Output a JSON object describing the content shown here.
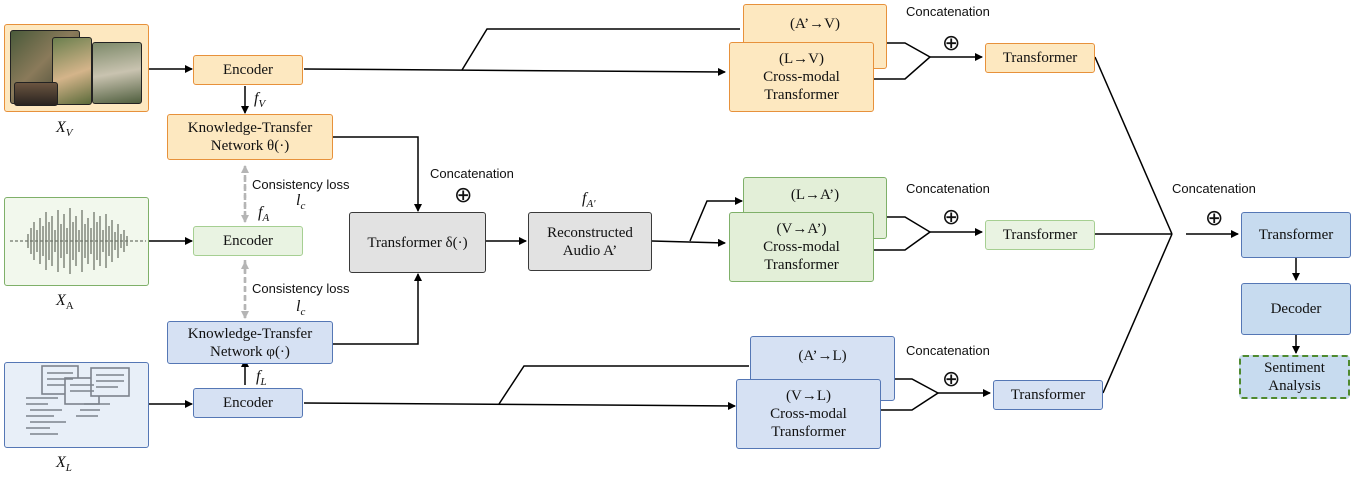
{
  "inputs": {
    "video": {
      "label": "X",
      "sub": "V"
    },
    "audio": {
      "label": "X",
      "sub": "A"
    },
    "text": {
      "label": "X",
      "sub": "L"
    }
  },
  "encoders": {
    "video": "Encoder",
    "audio": "Encoder",
    "text": "Encoder"
  },
  "features": {
    "fv": {
      "label": "f",
      "sub": "V"
    },
    "fa": {
      "label": "f",
      "sub": "A"
    },
    "fl": {
      "label": "f",
      "sub": "L"
    },
    "fa_prime": {
      "label": "f",
      "sub": "A'"
    }
  },
  "kt_networks": {
    "video": {
      "line1": "Knowledge-Transfer",
      "line2": "Network θ(·)"
    },
    "text": {
      "line1": "Knowledge-Transfer",
      "line2": "Network φ(·)"
    }
  },
  "consistency": {
    "upper": {
      "text": "Consistency loss",
      "sym": "l",
      "sub": "c"
    },
    "lower": {
      "text": "Consistency loss",
      "sym": "l",
      "sub": "c"
    }
  },
  "center": {
    "transformer": "Transformer δ(·)",
    "concat_label": "Concatenation",
    "reconstructed": {
      "line1": "Reconstructed",
      "line2": "Audio A’"
    }
  },
  "cross_modal": {
    "video": {
      "back": "(A’→V)",
      "front_line1": "(L→V)",
      "front_line2": "Cross-modal",
      "front_line3": "Transformer"
    },
    "audio": {
      "back": "(L→A’)",
      "front_line1": "(V→A’)",
      "front_line2": "Cross-modal",
      "front_line3": "Transformer"
    },
    "text": {
      "back": "(A’→L)",
      "front_line1": "(V→L)",
      "front_line2": "Cross-modal",
      "front_line3": "Transformer"
    }
  },
  "branch_concat": {
    "video": "Concatenation",
    "audio": "Concatenation",
    "text": "Concatenation"
  },
  "branch_transformers": {
    "video": "Transformer",
    "audio": "Transformer",
    "text": "Transformer"
  },
  "final": {
    "concat_label": "Concatenation",
    "transformer": "Transformer",
    "decoder": "Decoder",
    "sentiment_line1": "Sentiment",
    "sentiment_line2": "Analysis"
  },
  "plus_symbol": "⊕",
  "colors": {
    "video": "#fde8c0",
    "video_border": "#e7913b",
    "audio": "#e3efd8",
    "audio_border": "#7fb069",
    "text": "#d6e1f3",
    "text_border": "#5577b5",
    "central": "#e2e2e2",
    "final": "#c7dbef",
    "sentiment_border": "#4f8a2f"
  }
}
